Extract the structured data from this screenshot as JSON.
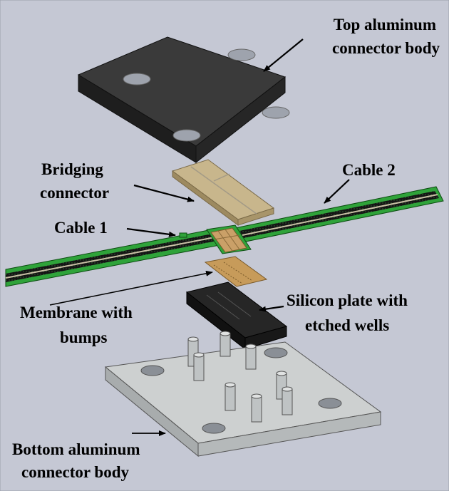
{
  "labels": {
    "top_body_line1": "Top aluminum",
    "top_body_line2": "connector body",
    "bridging_line1": "Bridging",
    "bridging_line2": "connector",
    "cable2": "Cable 2",
    "cable1": "Cable 1",
    "membrane_line1": "Membrane with",
    "membrane_line2": "bumps",
    "silicon_line1": "Silicon plate with",
    "silicon_line2": "etched wells",
    "bottom_body_line1": "Bottom aluminum",
    "bottom_body_line2": "connector body"
  },
  "colors": {
    "background": "#c5c8d4",
    "top_body": "#2d2d2d",
    "bottom_body": "#c9cccc",
    "bridging": "#c6b48a",
    "cable_green": "#2fa33a",
    "cable_core": "#151515",
    "membrane": "#c79b5a",
    "silicon": "#1b1b1b"
  }
}
